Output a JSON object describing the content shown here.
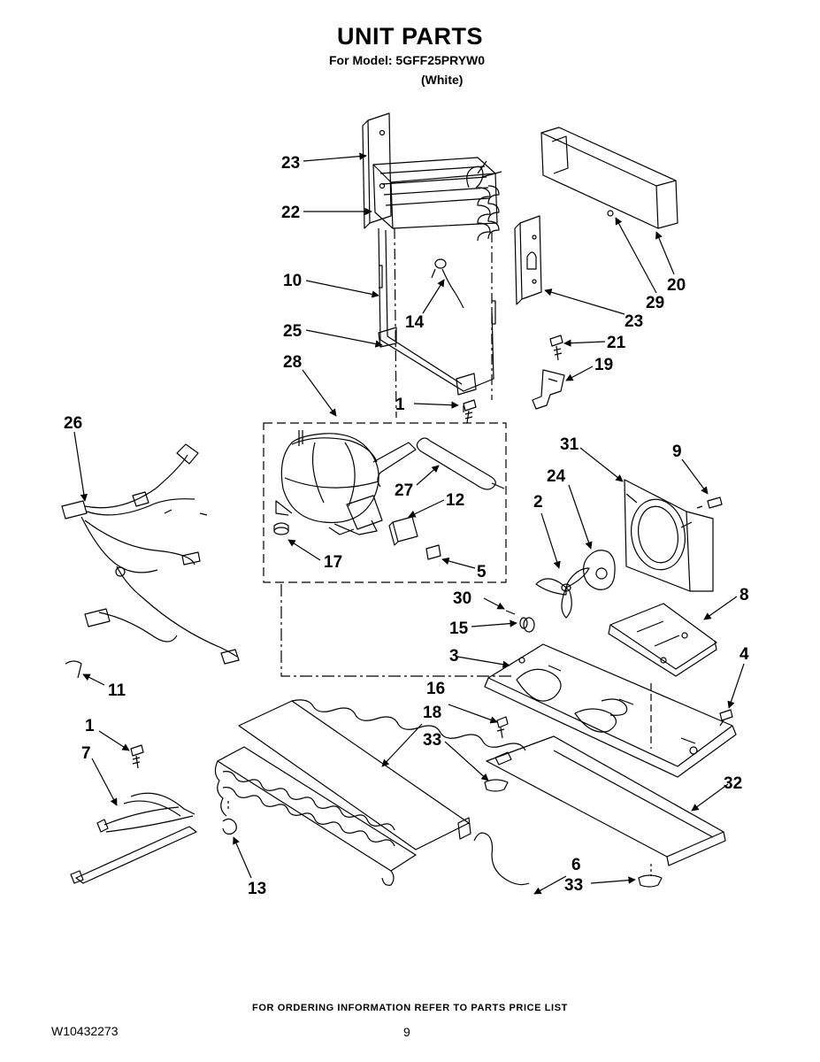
{
  "header": {
    "title": "UNIT PARTS",
    "model_line": "For Model: 5GFF25PRYW0",
    "color_line": "(White)"
  },
  "callouts": {
    "c23a": "23",
    "c22": "22",
    "c10": "10",
    "c14": "14",
    "c25": "25",
    "c28": "28",
    "c1a": "1",
    "c27": "27",
    "c12": "12",
    "c17": "17",
    "c5": "5",
    "c26": "26",
    "c11": "11",
    "c1b": "1",
    "c7": "7",
    "c13": "13",
    "c18": "18",
    "c16": "16",
    "c33a": "33",
    "c20": "20",
    "c29": "29",
    "c23b": "23",
    "c21": "21",
    "c19": "19",
    "c31": "31",
    "c9": "9",
    "c24": "24",
    "c2": "2",
    "c8": "8",
    "c30": "30",
    "c15": "15",
    "c3": "3",
    "c4": "4",
    "c32": "32",
    "c6": "6",
    "c33b": "33"
  },
  "footer": {
    "ordering_note": "FOR ORDERING INFORMATION REFER TO PARTS PRICE LIST",
    "doc_number": "W10432273",
    "page_number": "9"
  }
}
